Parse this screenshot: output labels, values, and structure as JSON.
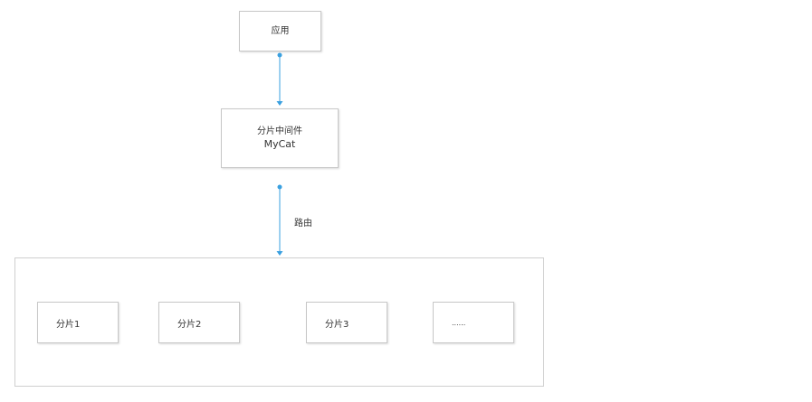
{
  "app_node": {
    "label": "应用"
  },
  "middleware_node": {
    "title": "分片中间件",
    "subtitle": "MyCat"
  },
  "route_label": "路由",
  "shards": [
    {
      "label": "分片1"
    },
    {
      "label": "分片2"
    },
    {
      "label": "分片3"
    },
    {
      "label": "......"
    }
  ],
  "colors": {
    "connector": "#3aa0e0",
    "border": "#c8c8c8"
  }
}
